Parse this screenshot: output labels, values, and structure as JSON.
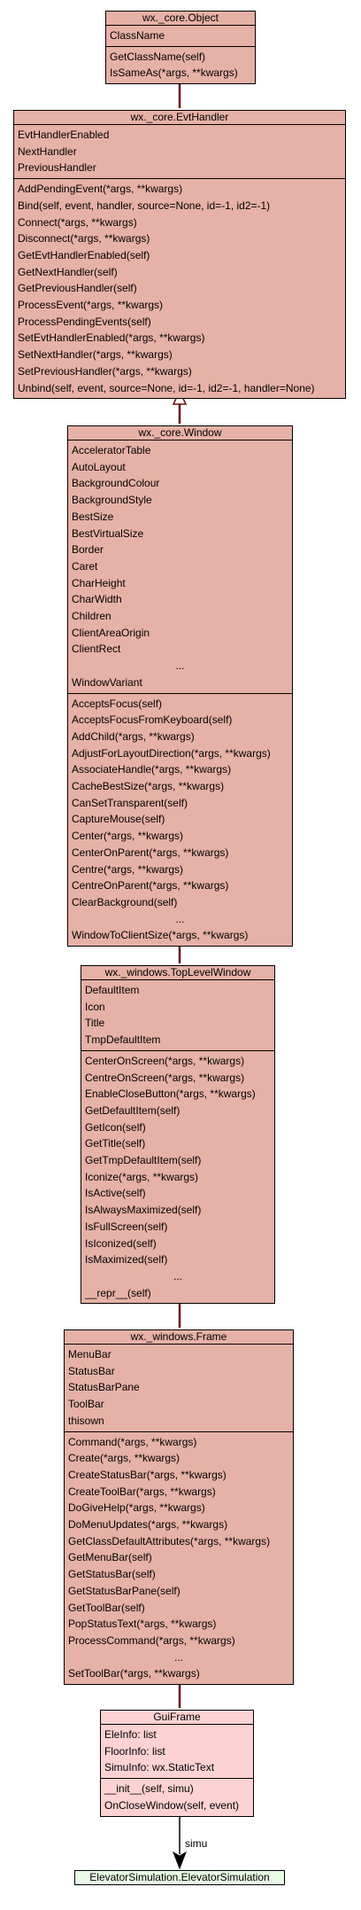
{
  "classes": [
    {
      "name": "wx._core.Object",
      "attributes": [
        "ClassName"
      ],
      "methods": [
        "GetClassName(self)",
        "IsSameAs(*args, **kwargs)"
      ]
    },
    {
      "name": "wx._core.EvtHandler",
      "attributes": [
        "EvtHandlerEnabled",
        "NextHandler",
        "PreviousHandler"
      ],
      "methods": [
        "AddPendingEvent(*args, **kwargs)",
        "Bind(self, event, handler, source=None, id=-1, id2=-1)",
        "Connect(*args, **kwargs)",
        "Disconnect(*args, **kwargs)",
        "GetEvtHandlerEnabled(self)",
        "GetNextHandler(self)",
        "GetPreviousHandler(self)",
        "ProcessEvent(*args, **kwargs)",
        "ProcessPendingEvents(self)",
        "SetEvtHandlerEnabled(*args, **kwargs)",
        "SetNextHandler(*args, **kwargs)",
        "SetPreviousHandler(*args, **kwargs)",
        "Unbind(self, event, source=None, id=-1, id2=-1, handler=None)"
      ]
    },
    {
      "name": "wx._core.Window",
      "attributes": [
        "AcceleratorTable",
        "AutoLayout",
        "BackgroundColour",
        "BackgroundStyle",
        "BestSize",
        "BestVirtualSize",
        "Border",
        "Caret",
        "CharHeight",
        "CharWidth",
        "Children",
        "ClientAreaOrigin",
        "ClientRect",
        "...",
        "WindowVariant"
      ],
      "methods": [
        "AcceptsFocus(self)",
        "AcceptsFocusFromKeyboard(self)",
        "AddChild(*args, **kwargs)",
        "AdjustForLayoutDirection(*args, **kwargs)",
        "AssociateHandle(*args, **kwargs)",
        "CacheBestSize(*args, **kwargs)",
        "CanSetTransparent(self)",
        "CaptureMouse(self)",
        "Center(*args, **kwargs)",
        "CenterOnParent(*args, **kwargs)",
        "Centre(*args, **kwargs)",
        "CentreOnParent(*args, **kwargs)",
        "ClearBackground(self)",
        "...",
        "WindowToClientSize(*args, **kwargs)"
      ]
    },
    {
      "name": "wx._windows.TopLevelWindow",
      "attributes": [
        "DefaultItem",
        "Icon",
        "Title",
        "TmpDefaultItem"
      ],
      "methods": [
        "CenterOnScreen(*args, **kwargs)",
        "CentreOnScreen(*args, **kwargs)",
        "EnableCloseButton(*args, **kwargs)",
        "GetDefaultItem(self)",
        "GetIcon(self)",
        "GetTitle(self)",
        "GetTmpDefaultItem(self)",
        "Iconize(*args, **kwargs)",
        "IsActive(self)",
        "IsAlwaysMaximized(self)",
        "IsFullScreen(self)",
        "IsIconized(self)",
        "IsMaximized(self)",
        "...",
        "__repr__(self)"
      ]
    },
    {
      "name": "wx._windows.Frame",
      "attributes": [
        "MenuBar",
        "StatusBar",
        "StatusBarPane",
        "ToolBar",
        "thisown"
      ],
      "methods": [
        "Command(*args, **kwargs)",
        "Create(*args, **kwargs)",
        "CreateStatusBar(*args, **kwargs)",
        "CreateToolBar(*args, **kwargs)",
        "DoGiveHelp(*args, **kwargs)",
        "DoMenuUpdates(*args, **kwargs)",
        "GetClassDefaultAttributes(*args, **kwargs)",
        "GetMenuBar(self)",
        "GetStatusBar(self)",
        "GetStatusBarPane(self)",
        "GetToolBar(self)",
        "PopStatusText(*args, **kwargs)",
        "ProcessCommand(*args, **kwargs)",
        "...",
        "SetToolBar(*args, **kwargs)"
      ]
    },
    {
      "name": "GuiFrame",
      "attributes": [
        "EleInfo: list",
        "FloorInfo: list",
        "SimuInfo: wx.StaticText"
      ],
      "methods": [
        "__init__(self, simu)",
        "OnCloseWindow(self, event)"
      ]
    },
    {
      "name": "ElevatorSimulation.ElevatorSimulation",
      "attributes": [],
      "methods": []
    }
  ],
  "association_label": "simu",
  "colors": {
    "class_fill": "#e6b1a6",
    "guiframe_fill": "#fcd2d2",
    "simulation_fill": "#e8fbe6",
    "edge": "#6b0f0f"
  }
}
